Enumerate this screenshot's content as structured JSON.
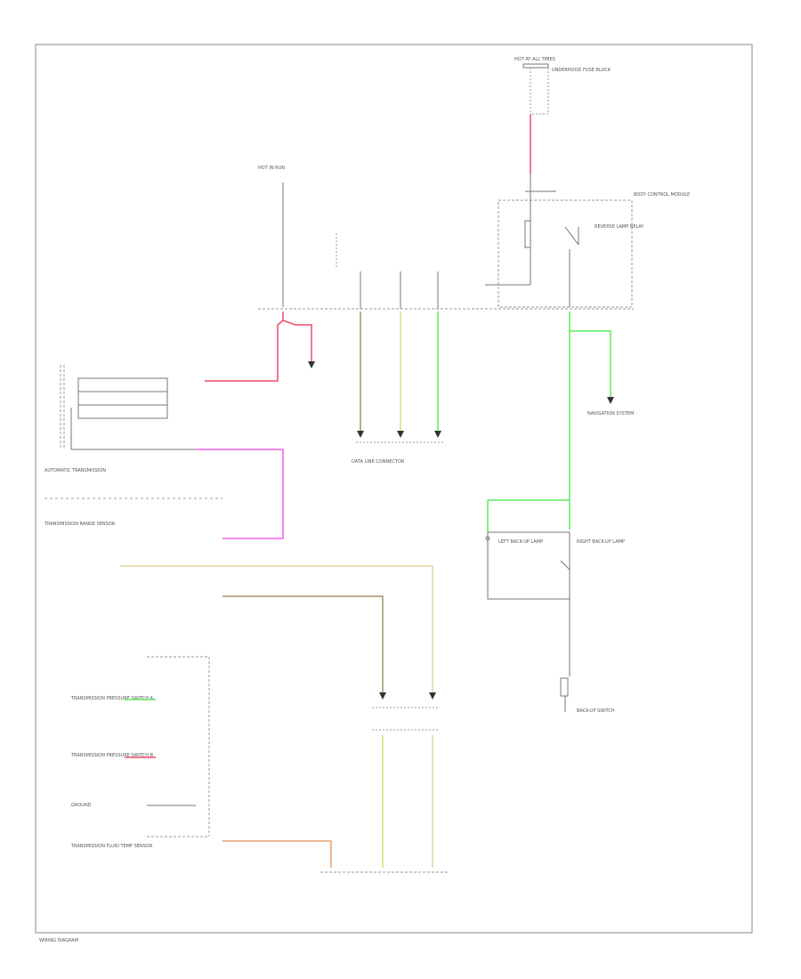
{
  "colors": {
    "wire_red": "#ee4d6a",
    "wire_pink": "#f060e8",
    "wire_green": "#5fe85f",
    "wire_tan": "#ddd7a0",
    "wire_yellow": "#e0dc7a",
    "wire_brown": "#a39468",
    "wire_orange": "#e8a070",
    "wire_gray": "#777777",
    "border": "#8a8a8a"
  },
  "labels": {
    "top_fuse": "HOT AT ALL TIMES",
    "top_module": "UNDERHOOD FUSE BLOCK",
    "hot_run": "HOT IN RUN",
    "right_module": "BODY CONTROL MODULE",
    "reverse_relay": "REVERSE LAMP RELAY",
    "connector_bus": "DATA LINK CONNECTOR",
    "navigation": "NAVIGATION SYSTEM",
    "auto_trans": "AUTOMATIC TRANSMISSION",
    "trans_range": "TRANSMISSION RANGE SENSOR",
    "backup_switch": "BACK-UP SWITCH",
    "lh_lamp": "LEFT BACK-UP LAMP",
    "rh_lamp": "RIGHT BACK-UP LAMP",
    "trans_pressure_a": "TRANSMISSION PRESSURE SWITCH A",
    "trans_pressure_b": "TRANSMISSION PRESSURE SWITCH B",
    "ground": "GROUND",
    "temp_sensor": "TRANSMISSION FLUID TEMP SENSOR",
    "footer": "WIRING DIAGRAM"
  }
}
